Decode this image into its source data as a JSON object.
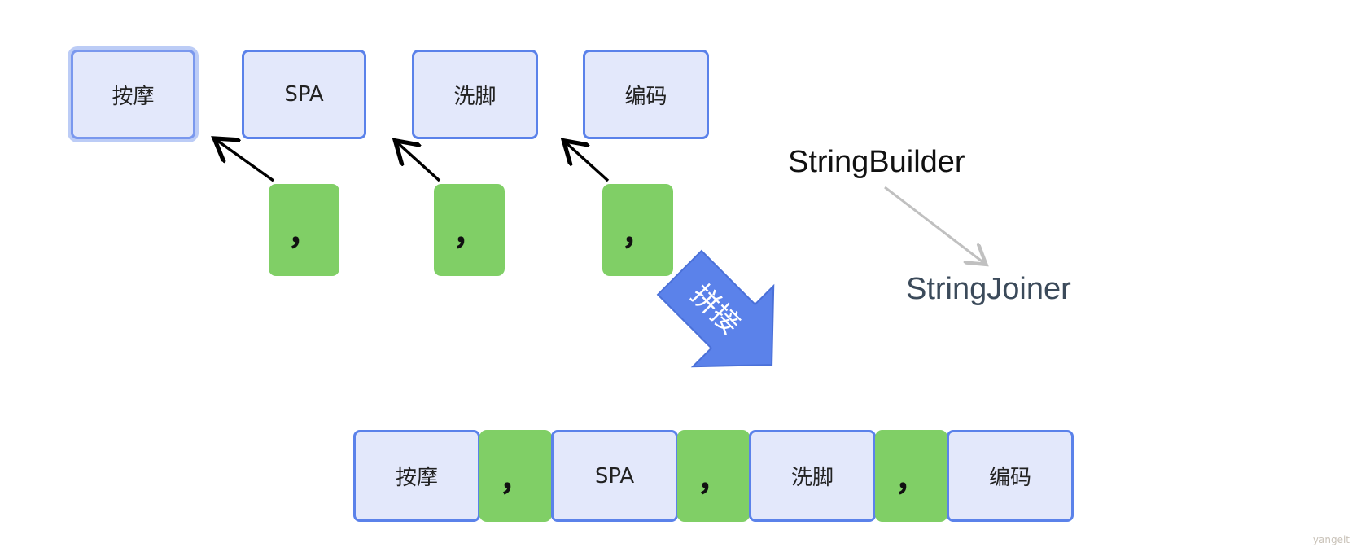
{
  "items": [
    {
      "label": "按摩"
    },
    {
      "label": "SPA"
    },
    {
      "label": "洗脚"
    },
    {
      "label": "编码"
    }
  ],
  "separator": "，",
  "join_arrow_label": "拼接",
  "class_from": "StringBuilder",
  "class_to": "StringJoiner",
  "watermark": "yangeit",
  "colors": {
    "item_fill": "#e3e8fb",
    "item_border": "#5b82ea",
    "separator_fill": "#80cf66",
    "join_arrow_fill": "#5b82ea",
    "class_arrow": "#c0c0c0"
  }
}
